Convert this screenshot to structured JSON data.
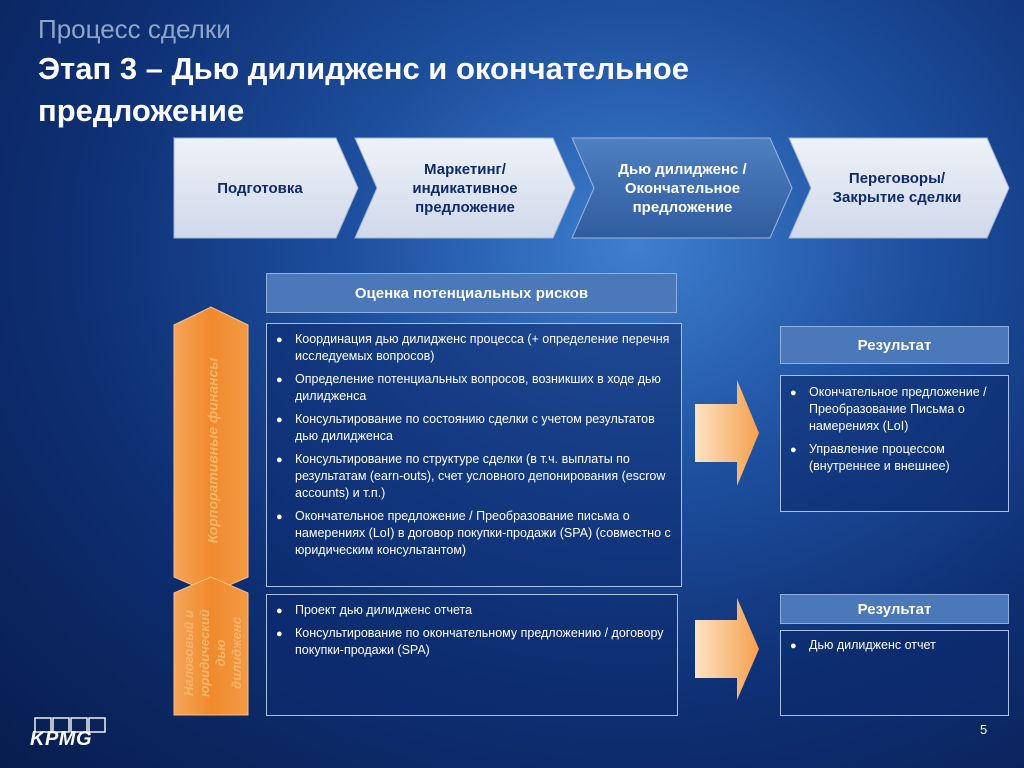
{
  "header": {
    "supertitle": "Процесс сделки",
    "title": "Этап 3 – Дью дилидженс и окончательное предложение"
  },
  "process_steps": [
    {
      "label": "Подготовка",
      "state": "inactive"
    },
    {
      "label": "Маркетинг/ индикативное предложение",
      "state": "inactive"
    },
    {
      "label": "Дью дилидженс / Окончательное предложение",
      "state": "active"
    },
    {
      "label": "Переговоры/ Закрытие сделки",
      "state": "inactive"
    }
  ],
  "risk_header": "Оценка потенциальных рисков",
  "side_labels": {
    "corporate": "Корпоративные финансы",
    "tax_legal": "Налоговый и юридический дью дилидженс"
  },
  "section1": {
    "bullets": [
      "Координация дью дилидженс процесса (+ определение перечня исследуемых вопросов)",
      "Определение потенциальных вопросов, возникших в ходе дью дилидженса",
      "Консультирование по состоянию сделки с учетом результатов дью дилидженса",
      "Консультирование по структуре сделки (в т.ч. выплаты по результатам (earn-outs), счет условного депонирования (escrow accounts) и т.п.)",
      "Окончательное предложение / Преобразование письма о намерениях (LoI) в договор покупки-продажи (SPA) (совместно с юридическим консультантом)"
    ],
    "result_title": "Результат",
    "result_bullets": [
      "Окончательное предложение / Преобразование Письма о намерениях (LoI)",
      "Управление процессом (внутреннее и внешнее)"
    ]
  },
  "section2": {
    "bullets": [
      "Проект дью дилидженс отчета",
      "Консультирование по окончательному предложению / договору покупки-продажи (SPA)"
    ],
    "result_title": "Результат",
    "result_bullets": [
      "Дью дилидженс отчет"
    ]
  },
  "footer": {
    "logo": "KPMG",
    "page_number": "5"
  },
  "colors": {
    "step_inactive": "#dde4f0",
    "step_active": "#3f6fb0",
    "step_text_inactive": "#0d2a6e",
    "orange": "#f08a2c",
    "accent_blue": "#4a78b8"
  }
}
